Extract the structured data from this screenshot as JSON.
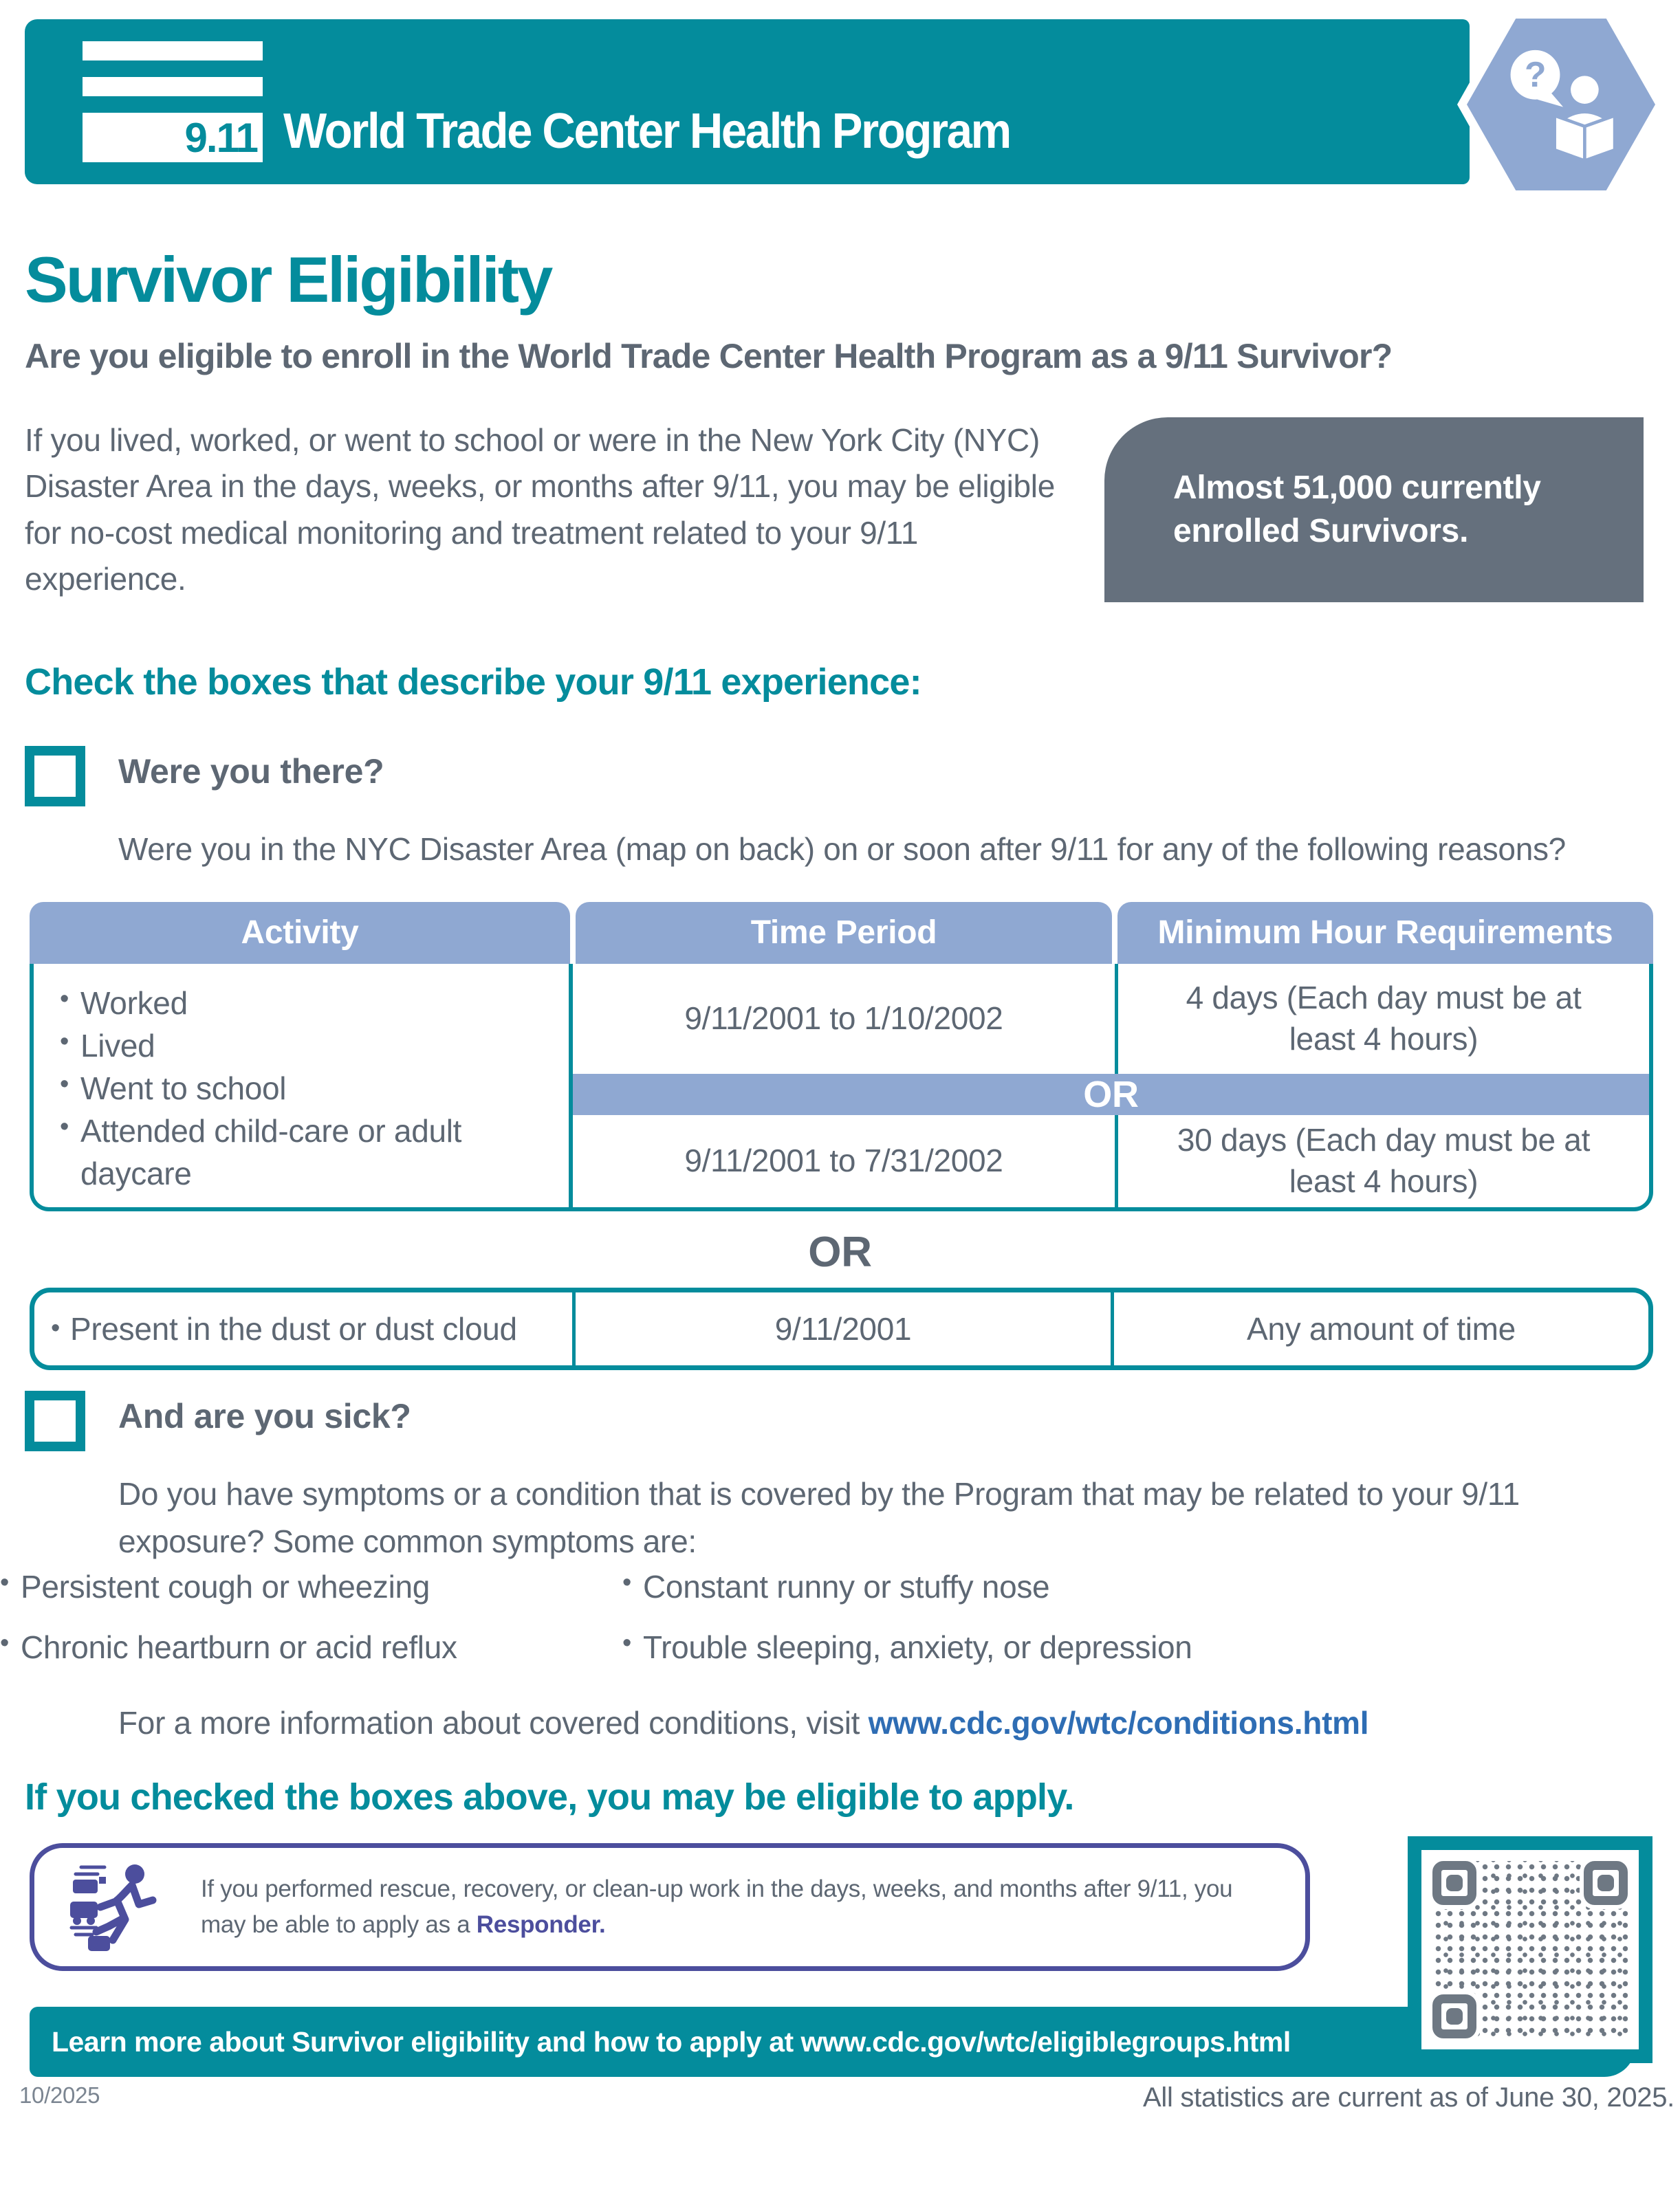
{
  "colors": {
    "teal": "#048C9C",
    "periwinkle": "#8FA8D2",
    "slate_gray": "#65707D",
    "indigo": "#4C4E9D",
    "link_blue": "#2E6DB4",
    "text_gray": "#5D6773"
  },
  "header": {
    "logo_number": "9.11",
    "program_name": "World Trade Center Health Program"
  },
  "intro": {
    "title": "Survivor Eligibility",
    "question": "Are you eligible to enroll in the World Trade Center Health Program as a 9/11 Survivor?",
    "body": "If you lived, worked, or went to school or were in the New York City (NYC) Disaster Area in the days, weeks, or months after 9/11, you may be eligible for no-cost medical monitoring and treatment related to your 9/11 experience.",
    "stat": "Almost 51,000 currently enrolled Survivors."
  },
  "checklist_heading": "Check the boxes that describe your 9/11 experience:",
  "q1": {
    "label": "Were you there?",
    "description": "Were you in the NYC Disaster Area (map on back) on or soon after 9/11 for any of the following reasons?"
  },
  "eligibility_table": {
    "headers": [
      "Activity",
      "Time Period",
      "Minimum Hour Requirements"
    ],
    "activities": [
      "Worked",
      "Lived",
      "Went to school",
      "Attended child-care or adult daycare"
    ],
    "row1": {
      "time_period": "9/11/2001 to 1/10/2002",
      "min_hours": "4 days (Each day must be at least 4 hours)"
    },
    "or_inner": "OR",
    "row2": {
      "time_period": "9/11/2001 to 7/31/2002",
      "min_hours": "30 days (Each day must be at least 4 hours)"
    },
    "or_between": "OR",
    "dust_row": {
      "activity": "Present in the dust or dust cloud",
      "time_period": "9/11/2001",
      "min_hours": "Any amount of time"
    }
  },
  "q2": {
    "label": "And are you sick?",
    "description": "Do you have symptoms or a condition that is covered by the Program that may be related to your 9/11 exposure? Some common symptoms are:",
    "symptoms": [
      "Persistent cough or wheezing",
      "Chronic heartburn or acid reflux",
      "Constant runny or stuffy nose",
      "Trouble sleeping, anxiety, or depression"
    ],
    "conditions_prefix": "For a more information about covered conditions, visit ",
    "conditions_link": "www.cdc.gov/wtc/conditions.html"
  },
  "apply_note": "If you checked the boxes above, you may be eligible to apply.",
  "responder": {
    "prefix": "If you performed rescue, recovery, or clean-up work in the days, weeks, and months after 9/11, you may be able to apply as a ",
    "highlight": "Responder."
  },
  "footer": {
    "banner": "Learn more about Survivor eligibility and how to apply at www.cdc.gov/wtc/eligiblegroups.html",
    "date_code": "10/2025",
    "stats_note": "All statistics are current as of June 30, 2025."
  }
}
